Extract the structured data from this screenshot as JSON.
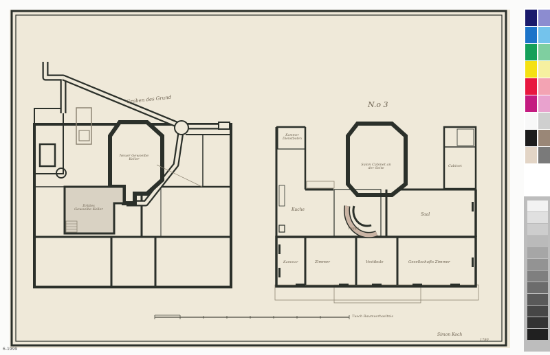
{
  "drawing": {
    "sheet_number": "N.o 3",
    "catalog_number": "6-1999",
    "signature": "Simon Koch",
    "year": "1780",
    "scale_note": "Tusch Raumverhaeltnis"
  },
  "left_plan": {
    "rooms": {
      "grenze": "Graben des Grund",
      "keller_gross": "Neuer Gewoelbe Keller",
      "keller_klein": "Drittes Gewoelbe Keller"
    }
  },
  "right_plan": {
    "rooms": {
      "kuche": "Kuche",
      "kammer_top": "Kammer Dienstboten",
      "salon_oval": "Salon Cabinet an der Seite",
      "cabinet_r": "Cabinet",
      "saal": "Saal",
      "treppe": "Treppe",
      "zimmer_l": "Kammer",
      "zimmer": "Zimmer",
      "vestibule": "Vestibule",
      "gr_zimmer": "Gesellschafts Zimmer"
    }
  },
  "colors": {
    "paper": "#efe9d9",
    "ink": "#2b302a",
    "wash": "#d9d2c3",
    "stair": "#cab4a4"
  },
  "color_chart": [
    "#1a1a6b",
    "#8c8cd0",
    "#1c74c9",
    "#74c3ec",
    "#14a05a",
    "#7fcfa0",
    "#f5e112",
    "#f6f0a0",
    "#e8173f",
    "#f3a3b3",
    "#c41b80",
    "#e9a2ce",
    "#f8f8f8",
    "#cfcfcf",
    "#1d1d1d",
    "#9a8777",
    "#e3d5c6",
    "#7a7a7a"
  ]
}
